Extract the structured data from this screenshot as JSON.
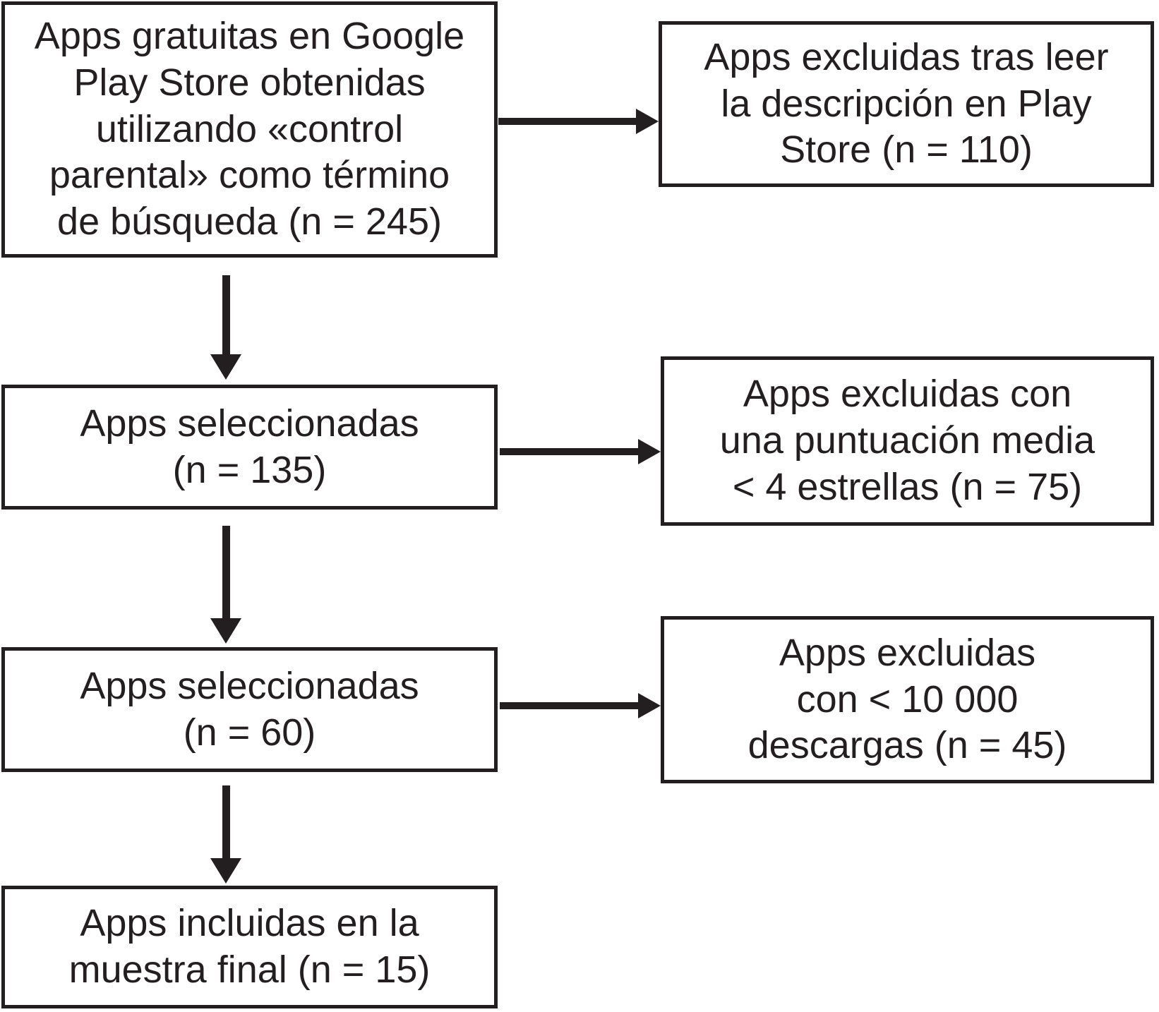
{
  "colors": {
    "ink": "#231f20",
    "paper": "#ffffff"
  },
  "flowchart": {
    "type": "study-selection-flow-diagram",
    "language": "es",
    "nodes": {
      "source": {
        "lines": [
          "Apps gratuitas en Google",
          "Play Store obtenidas",
          "utilizando «control",
          "parental» como término",
          "de búsqueda (n = 245)"
        ],
        "n": 245
      },
      "excluded_description": {
        "lines": [
          "Apps excluidas tras leer",
          "la descripción en Play",
          "Store (n = 110)"
        ],
        "n": 110
      },
      "selected_135": {
        "lines": [
          "Apps seleccionadas",
          "(n = 135)"
        ],
        "n": 135
      },
      "excluded_rating": {
        "lines": [
          "Apps excluidas con",
          "una puntuación media",
          "< 4 estrellas (n = 75)"
        ],
        "n": 75
      },
      "selected_60": {
        "lines": [
          "Apps seleccionadas",
          "(n = 60)"
        ],
        "n": 60
      },
      "excluded_downloads": {
        "lines": [
          "Apps excluidas",
          "con < 10 000",
          "descargas (n = 45)"
        ],
        "n": 45
      },
      "final_sample": {
        "lines": [
          "Apps incluidas en la",
          "muestra final (n = 15)"
        ],
        "n": 15
      }
    },
    "edges": [
      {
        "from": "source",
        "to": "excluded_description",
        "direction": "right"
      },
      {
        "from": "source",
        "to": "selected_135",
        "direction": "down"
      },
      {
        "from": "selected_135",
        "to": "excluded_rating",
        "direction": "right"
      },
      {
        "from": "selected_135",
        "to": "selected_60",
        "direction": "down"
      },
      {
        "from": "selected_60",
        "to": "excluded_downloads",
        "direction": "right"
      },
      {
        "from": "selected_60",
        "to": "final_sample",
        "direction": "down"
      }
    ]
  }
}
